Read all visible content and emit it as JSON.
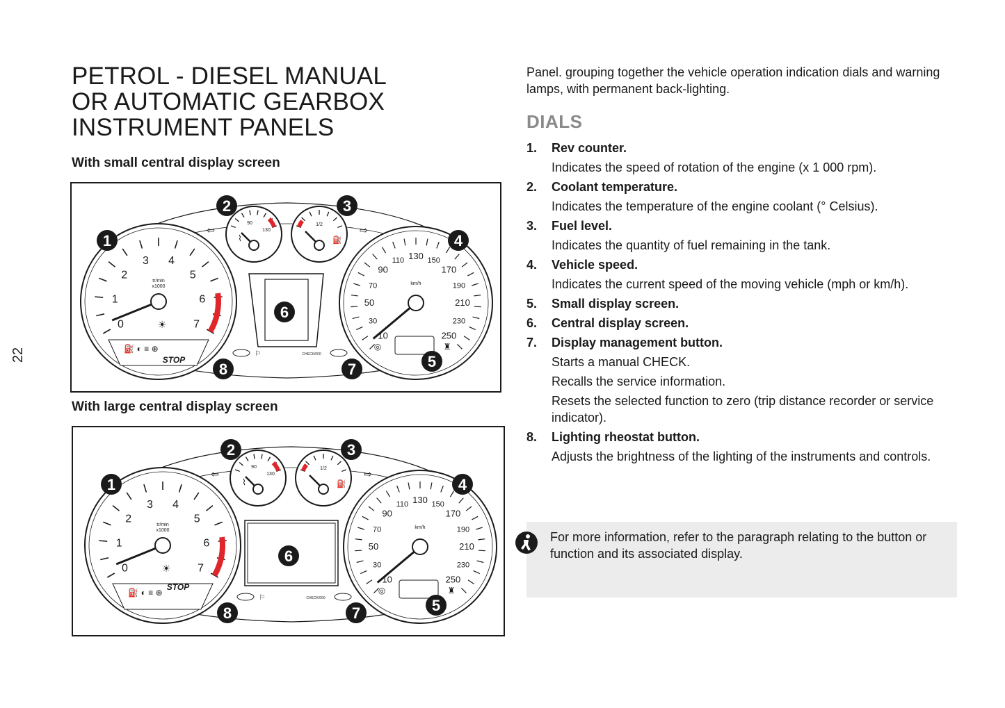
{
  "page": {
    "number": "22"
  },
  "title_lines": [
    "PETROL - DIESEL MANUAL",
    "OR AUTOMATIC GEARBOX",
    "INSTRUMENT PANELS"
  ],
  "panels": [
    {
      "subtitle": "With small central display screen"
    },
    {
      "subtitle": "With large central display screen"
    }
  ],
  "figure": {
    "callouts": [
      "1",
      "2",
      "3",
      "4",
      "5",
      "6",
      "7",
      "8"
    ],
    "rev_labels": [
      "0",
      "1",
      "2",
      "3",
      "4",
      "5",
      "6",
      "7"
    ],
    "rev_unit": [
      "tr/min",
      "x1000"
    ],
    "coolant_labels": [
      "90",
      "130"
    ],
    "fuel_label": "1/2",
    "speed_labels": [
      "10",
      "30",
      "50",
      "70",
      "90",
      "110",
      "130",
      "150",
      "170",
      "190",
      "210",
      "230",
      "250"
    ],
    "speed_unit": "km/h",
    "stop_label": "STOP",
    "check_label": "CHECK/000"
  },
  "intro": "Panel. grouping together the vehicle operation indication dials and warning lamps, with permanent back-lighting.",
  "dials_title": "DIALS",
  "dials": [
    {
      "num": "1.",
      "name": "Rev counter.",
      "desc": [
        "Indicates the speed of rotation of the engine (x 1 000 rpm)."
      ]
    },
    {
      "num": "2.",
      "name": "Coolant temperature.",
      "desc": [
        "Indicates the temperature of the engine coolant (° Celsius)."
      ]
    },
    {
      "num": "3.",
      "name": "Fuel level.",
      "desc": [
        "Indicates the quantity of fuel remaining in the tank."
      ]
    },
    {
      "num": "4.",
      "name": "Vehicle speed.",
      "desc": [
        "Indicates the current speed of the moving vehicle (mph or km/h)."
      ]
    },
    {
      "num": "5.",
      "name": "Small display screen.",
      "desc": []
    },
    {
      "num": "6.",
      "name": "Central display screen.",
      "desc": []
    },
    {
      "num": "7.",
      "name": "Display management button.",
      "desc": [
        "Starts a manual CHECK.",
        "Recalls the service information.",
        "Resets the selected function to zero (trip distance recorder or service indicator)."
      ]
    },
    {
      "num": "8.",
      "name": "Lighting rheostat button.",
      "desc": [
        "Adjusts the brightness of the lighting of the instruments and controls."
      ]
    }
  ],
  "info": {
    "icon": "info-person-icon",
    "text": "For more information, refer to the paragraph relating to the button or function and its associated display."
  },
  "colors": {
    "text": "#1a1a1a",
    "heading_grey": "#8a8a8a",
    "redline": "#e0262b",
    "info_bg": "#ececec"
  }
}
